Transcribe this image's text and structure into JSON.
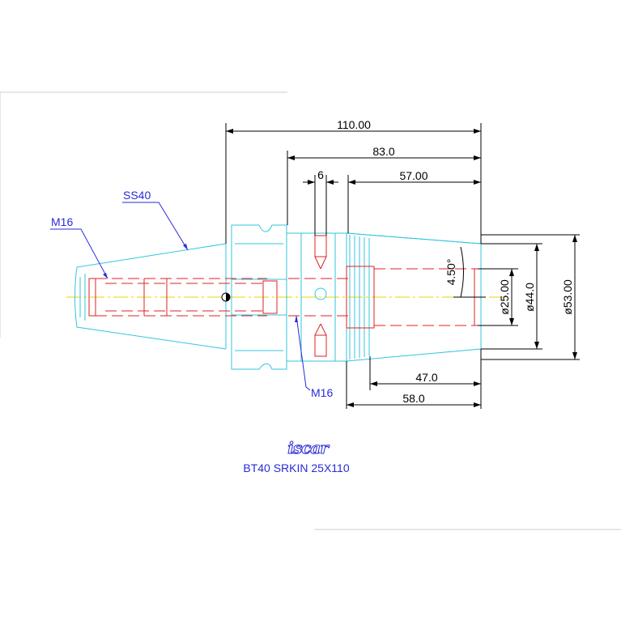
{
  "dimensions": {
    "overall_length": "110.00",
    "length_83": "83.0",
    "length_6": "6",
    "length_57": "57.00",
    "length_47": "47.0",
    "length_58": "58.0",
    "angle": "4.50°",
    "dia_25": "ø25.00",
    "dia_44": "ø44.0",
    "dia_53": "ø53.00"
  },
  "labels": {
    "taper": "SS40",
    "thread_left": "M16",
    "thread_bottom": "M16"
  },
  "brand": {
    "logo": "iscar",
    "product": "BT40  SRKIN  25X110"
  },
  "colors": {
    "outline": "#33c6dd",
    "hidden": "#e02020",
    "dimension": "#000000",
    "annotation": "#2a2ad8",
    "centerline": "#e8d400"
  }
}
